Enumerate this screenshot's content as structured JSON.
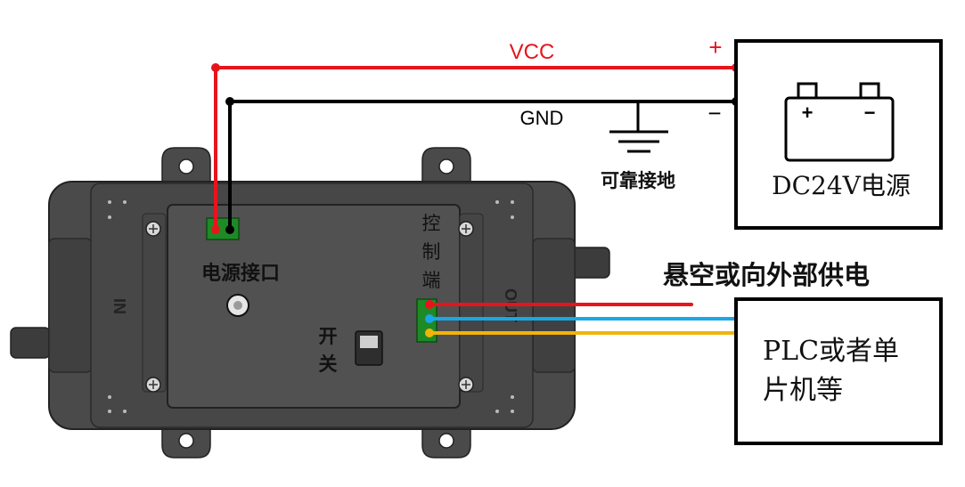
{
  "wires": {
    "vcc_label": "VCC",
    "gnd_label": "GND",
    "plus_sign": "+",
    "minus_sign": "−",
    "ground_label": "可靠接地",
    "vcc_color": "#e8141c",
    "gnd_color": "#000000",
    "signal_colors": [
      "#e8141c",
      "#1aa7e6",
      "#f2b40a"
    ]
  },
  "power_supply": {
    "label": "DC24V电源",
    "battery_plus": "+",
    "battery_minus": "−"
  },
  "device": {
    "power_port_label": "电源接口",
    "control_port_label": [
      "控",
      "制",
      "端"
    ],
    "switch_label": [
      "开",
      "关"
    ],
    "in_label": "IN",
    "out_label": "OUT",
    "body_color": "#4a4a4a"
  },
  "notes": {
    "floating_label": "悬空或向外部供电"
  },
  "controller": {
    "label_line1": "PLC或者单",
    "label_line2": "片机等"
  }
}
